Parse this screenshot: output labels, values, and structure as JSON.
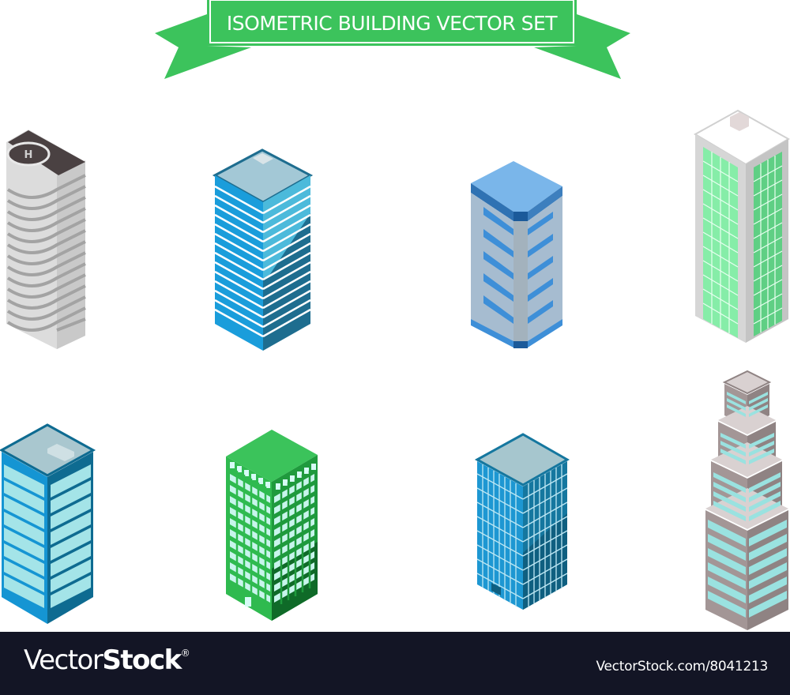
{
  "banner": {
    "title": "ISOMETRIC BUILDING VECTOR SET",
    "color": "#3cc35c",
    "border_color": "#ffffff"
  },
  "buildings": [
    {
      "id": 1,
      "row": 1,
      "col": 1,
      "name": "Gray curved tower with helipad",
      "roof_label": "H",
      "colors": {
        "roof": "#4a4142",
        "body_light": "#e2e2e2",
        "body_stripe": "#a3a3a3"
      }
    },
    {
      "id": 2,
      "row": 1,
      "col": 2,
      "name": "Blue striped glass tower",
      "colors": {
        "roof": "#a3c8d6",
        "left": "#1a9ddb",
        "right": "#1e6d8f",
        "glass": "#4cbadb"
      }
    },
    {
      "id": 3,
      "row": 1,
      "col": 3,
      "name": "Blue tiered balcony tower",
      "colors": {
        "roof": "#7ab6ea",
        "floor": "#3e8fd8",
        "pillar": "#a6b8c6"
      }
    },
    {
      "id": 4,
      "row": 1,
      "col": 4,
      "name": "White-frame green glass tower",
      "colors": {
        "frame": "#d6d6d6",
        "left_glass": "#86eda8",
        "right_glass": "#5fcf84"
      }
    },
    {
      "id": 5,
      "row": 2,
      "col": 1,
      "name": "Blue office block with window bands",
      "colors": {
        "roof": "#a9c7cf",
        "left": "#1595d3",
        "right": "#0e6b91",
        "window": "#a4e4e8"
      }
    },
    {
      "id": 6,
      "row": 2,
      "col": 2,
      "name": "Green grid office building",
      "colors": {
        "roof": "#3bc35b",
        "left": "#2fba4f",
        "right": "#1f9a3d",
        "window": "#d6fbf6"
      }
    },
    {
      "id": 7,
      "row": 2,
      "col": 3,
      "name": "Blue glass curtain-wall tower",
      "colors": {
        "roof": "#a6c6ce",
        "left": "#1d97d2",
        "right": "#15779f",
        "mullion": "#bfe8f4"
      }
    },
    {
      "id": 8,
      "row": 2,
      "col": 4,
      "name": "Stepped mauve skyscraper",
      "colors": {
        "ledge": "#d9d1d1",
        "left": "#a39696",
        "right": "#8f8383",
        "window": "#9ae2e0"
      }
    }
  ],
  "footer": {
    "brand_light": "Vector",
    "brand_bold": "Stock",
    "registered": "®",
    "url": "VectorStock.com/8041213"
  }
}
